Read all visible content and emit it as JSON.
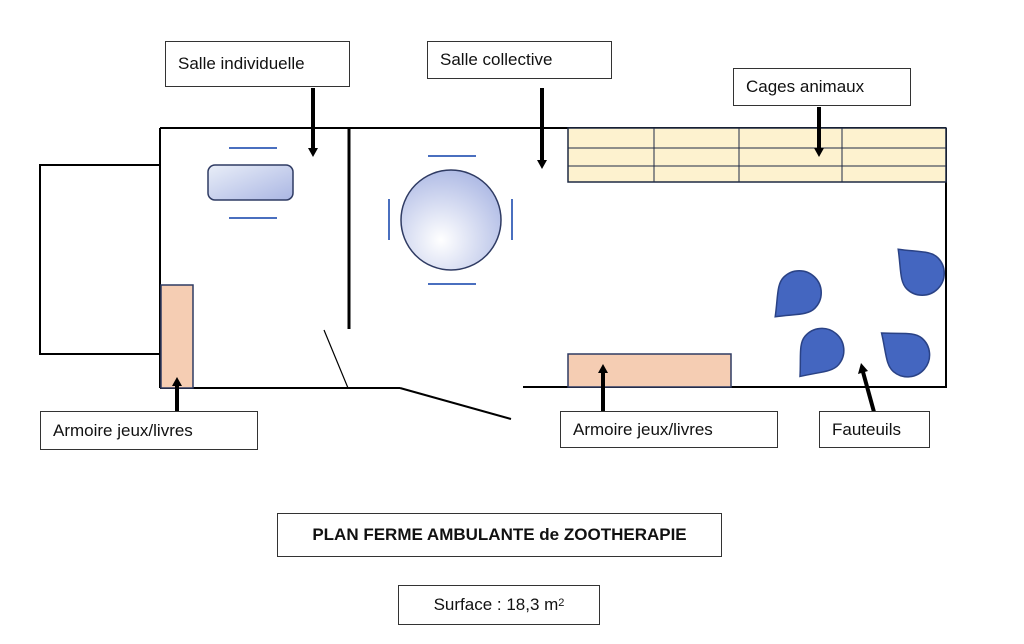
{
  "labels": {
    "salle_individuelle": "Salle individuelle",
    "salle_collective": "Salle collective",
    "cages_animaux": "Cages animaux",
    "armoire_left": "Armoire jeux/livres",
    "armoire_right": "Armoire jeux/livres",
    "fauteuils": "Fauteuils"
  },
  "title": "PLAN FERME AMBULANTE de ZOOTHERAPIE",
  "surface": {
    "label": "Surface : 18,3 m",
    "exponent": "2"
  },
  "colors": {
    "walls": "#000000",
    "cages_fill": "#fdf2cf",
    "cages_line": "#1f2a44",
    "armoire_fill": "#f5cdb3",
    "furniture_line": "#2f3b63",
    "table_blue_light": "#e9eef8",
    "table_blue_dark": "#aab6e3",
    "chair_line": "#4a6fbf",
    "fauteuil_fill": "#4466c0",
    "fauteuil_line": "#2a4285"
  },
  "icons": {
    "arrow": "down-arrow / up-arrow pointer",
    "fauteuil": "teardrop armchair"
  }
}
